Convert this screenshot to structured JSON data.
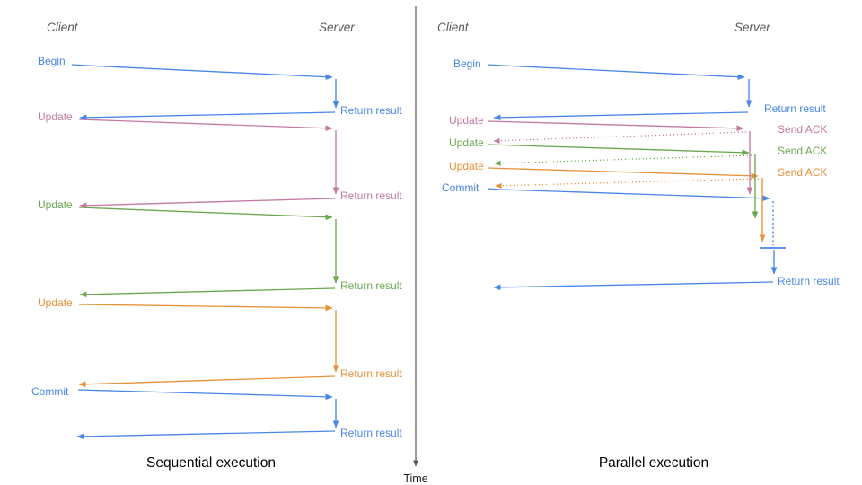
{
  "colors": {
    "blue": "#4a86e8",
    "pink": "#c27ba0",
    "green": "#6aa84f",
    "orange": "#e69138",
    "header_gray": "#595959",
    "axis_gray": "#555555",
    "title_black": "#000000"
  },
  "time_axis": {
    "label": "Time"
  },
  "panels": [
    {
      "id": "sequential",
      "title": "Sequential execution",
      "client_header": "Client",
      "server_header": "Server",
      "flows": [
        {
          "label": "Begin",
          "color": "blue",
          "response_label": "Return result"
        },
        {
          "label": "Update",
          "color": "pink",
          "response_label": "Return result"
        },
        {
          "label": "Update",
          "color": "green",
          "response_label": "Return result"
        },
        {
          "label": "Update",
          "color": "orange",
          "response_label": "Return result"
        },
        {
          "label": "Commit",
          "color": "blue",
          "response_label": "Return result"
        }
      ]
    },
    {
      "id": "parallel",
      "title": "Parallel execution",
      "client_header": "Client",
      "server_header": "Server",
      "flows": [
        {
          "label": "Begin",
          "color": "blue",
          "response_label": "Return result"
        },
        {
          "label": "Update",
          "color": "pink",
          "response_label": "Send ACK"
        },
        {
          "label": "Update",
          "color": "green",
          "response_label": "Send ACK"
        },
        {
          "label": "Update",
          "color": "orange",
          "response_label": "Send ACK"
        },
        {
          "label": "Commit",
          "color": "blue",
          "response_label": "Return result"
        }
      ]
    }
  ]
}
